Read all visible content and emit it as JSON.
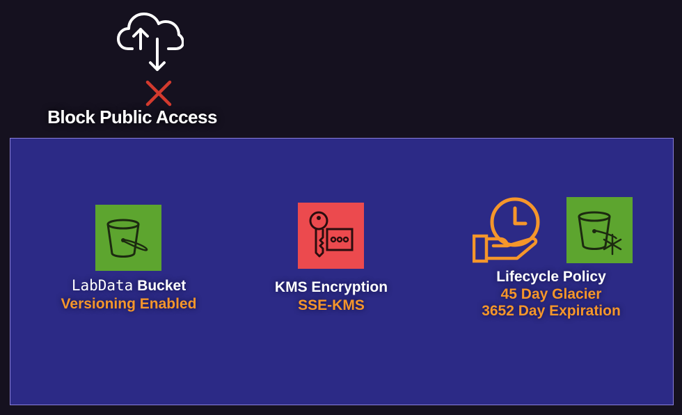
{
  "block_public_access": {
    "label": "Block Public Access",
    "icons": [
      "cloud-upload-icon",
      "arrow-down-icon",
      "red-x-icon"
    ]
  },
  "colors": {
    "background": "#15111f",
    "panel": "#2c2a86",
    "panel_border": "#8a7fd8",
    "accent_orange": "#f5962b",
    "s3_green": "#5da52f",
    "kms_red": "#ec4a4e",
    "block_red": "#d33a2e"
  },
  "bucket": {
    "name_mono": "LabData",
    "name_suffix": " Bucket",
    "detail": "Versioning Enabled",
    "icon": "s3-bucket-icon"
  },
  "kms": {
    "title": "KMS Encryption",
    "detail": "SSE-KMS",
    "icon": "kms-key-icon"
  },
  "lifecycle": {
    "title": "Lifecycle Policy",
    "detail_1": "45 Day Glacier",
    "detail_2": "3652 Day Expiration",
    "icons": [
      "clock-hand-icon",
      "s3-glacier-bucket-icon"
    ]
  }
}
